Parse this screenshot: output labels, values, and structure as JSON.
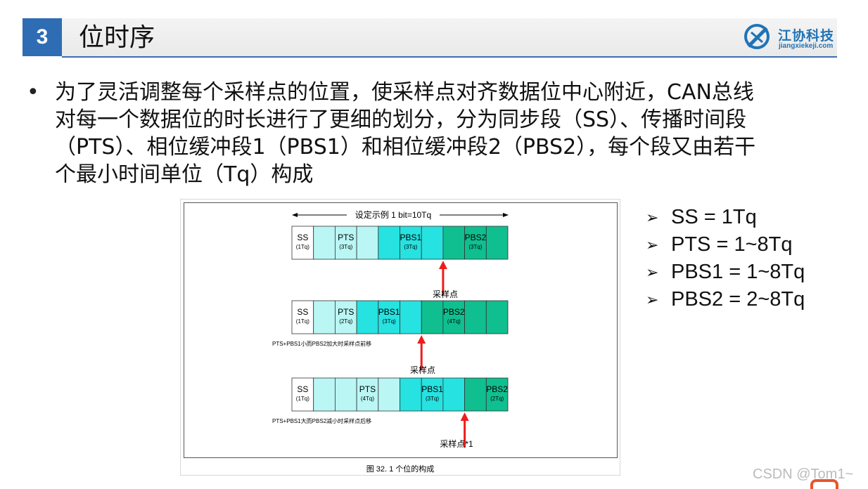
{
  "header": {
    "section_number": "3",
    "title": "位时序",
    "logo_cn": "江协科技",
    "logo_en": "jiangxiekeji.com"
  },
  "paragraph": {
    "bullet": "•",
    "lines": [
      "为了灵活调整每个采样点的位置，使采样点对齐数据位中心附近，CAN总线",
      "对每一个数据位的时长进行了更细的划分，分为同步段（SS）、传播时间段",
      "（PTS）、相位缓冲段1（PBS1）和相位缓冲段2（PBS2），每个段又由若干",
      "个最小时间单位（Tq）构成"
    ]
  },
  "figure": {
    "top_label": "设定示例 1 bit=10Tq",
    "caption": "图 32.   1 个位的构成",
    "rows": [
      {
        "labels": [
          {
            "seg": 0,
            "name": "SS",
            "sub": "(1Tq)"
          },
          {
            "seg": 2,
            "name": "PTS",
            "sub": "(3Tq)"
          },
          {
            "seg": 5,
            "name": "PBS1",
            "sub": "(3Tq)"
          },
          {
            "seg": 8,
            "name": "PBS2",
            "sub": "(3Tq)"
          }
        ],
        "tq_colors": [
          "#ffffff",
          "#b9f6f4",
          "#b9f6f4",
          "#b9f6f4",
          "#26e2e0",
          "#26e2e0",
          "#26e2e0",
          "#0fbf8f",
          "#0fbf8f",
          "#0fbf8f"
        ],
        "sample_after_tq": 7,
        "sample_label": "采样点",
        "note": ""
      },
      {
        "labels": [
          {
            "seg": 0,
            "name": "SS",
            "sub": "(1Tq)"
          },
          {
            "seg": 2,
            "name": "PTS",
            "sub": "(2Tq)"
          },
          {
            "seg": 4,
            "name": "PBS1",
            "sub": "(3Tq)"
          },
          {
            "seg": 7,
            "name": "PBS2",
            "sub": "(4Tq)"
          }
        ],
        "tq_colors": [
          "#ffffff",
          "#b9f6f4",
          "#b9f6f4",
          "#26e2e0",
          "#26e2e0",
          "#26e2e0",
          "#0fbf8f",
          "#0fbf8f",
          "#0fbf8f",
          "#0fbf8f"
        ],
        "sample_after_tq": 6,
        "sample_label": "采样点",
        "note": "PTS+PBS1小而PBS2加大时采样点前移"
      },
      {
        "labels": [
          {
            "seg": 0,
            "name": "SS",
            "sub": "(1Tq)"
          },
          {
            "seg": 3,
            "name": "PTS",
            "sub": "(4Tq)"
          },
          {
            "seg": 6,
            "name": "PBS1",
            "sub": "(3Tq)"
          },
          {
            "seg": 9,
            "name": "PBS2",
            "sub": "(2Tq)"
          }
        ],
        "tq_colors": [
          "#ffffff",
          "#b9f6f4",
          "#b9f6f4",
          "#b9f6f4",
          "#b9f6f4",
          "#26e2e0",
          "#26e2e0",
          "#26e2e0",
          "#0fbf8f",
          "#0fbf8f"
        ],
        "sample_after_tq": 8,
        "sample_label": "采样点*1",
        "note": "PTS+PBS1大而PBS2减小时采样点后移"
      }
    ]
  },
  "right_list": [
    "SS = 1Tq",
    "PTS = 1~8Tq",
    "PBS1 = 1~8Tq",
    "PBS2 = 2~8Tq"
  ],
  "watermark": "CSDN @Tom1~",
  "colors": {
    "accent": "#2e6db4",
    "arrow": "#ee1c1c"
  }
}
